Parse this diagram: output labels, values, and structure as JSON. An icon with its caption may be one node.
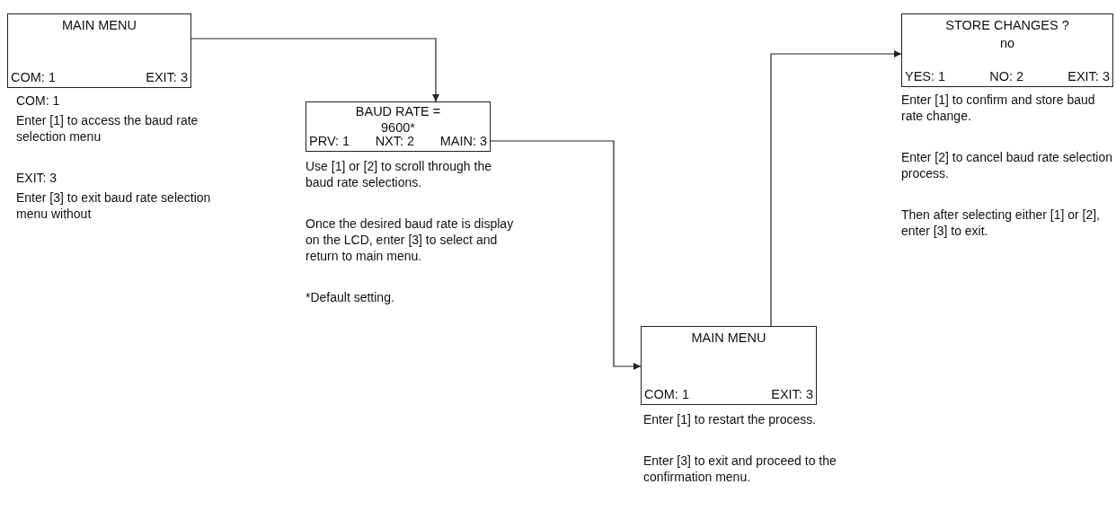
{
  "diagram": {
    "nodes": [
      {
        "text": [
          "MAIN MENU",
          "COM: 1",
          "EXIT: 3"
        ],
        "beside": [
          "COM: 1",
          "Enter [1] to access the baud rate selection menu",
          "EXIT: 3",
          "Enter [3] to exit baud rate selection menu without"
        ]
      },
      {
        "text": [
          "BAUD RATE =",
          "9600*",
          "PRV: 1",
          "NXT: 2",
          "MAIN: 3"
        ],
        "beside": [
          "Use [1] or [2] to scroll through the baud rate selections.",
          "Once the desired baud rate is display on the LCD, enter [3] to select and return to main menu.",
          "*Default setting."
        ]
      },
      {
        "text": [
          "MAIN MENU",
          "COM: 1",
          "EXIT: 3"
        ],
        "beside": [
          "Enter [1] to restart the process.",
          "Enter [3] to exit and proceed to the confirmation menu."
        ]
      },
      {
        "text": [
          "STORE CHANGES ?",
          "no",
          "YES: 1",
          "NO: 2",
          "EXIT: 3"
        ],
        "beside": [
          "Enter [1] to confirm and store baud rate change.",
          "Enter [2] to cancel baud rate selection process.",
          "Then after selecting either [1] or [2], enter [3] to exit."
        ]
      }
    ],
    "edges": [
      {
        "from": 0,
        "to": 1,
        "arrow": "to"
      },
      {
        "from": 1,
        "to": 2,
        "arrow": "to"
      },
      {
        "from": 2,
        "to": 3,
        "arrow": "to"
      }
    ]
  }
}
